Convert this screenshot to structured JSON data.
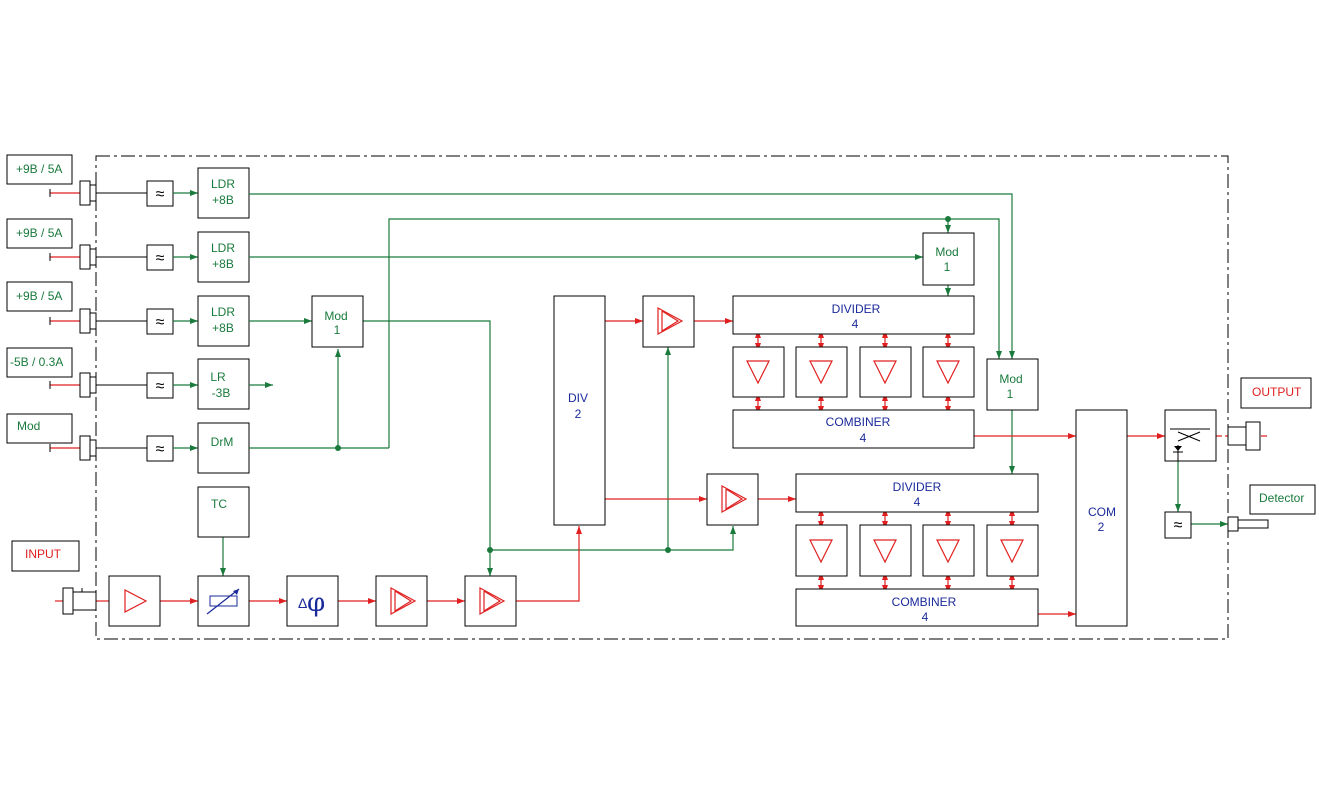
{
  "supplies": [
    {
      "label": "+9В / 5А"
    },
    {
      "label": "+9В / 5А"
    },
    {
      "label": "+9В / 5А"
    },
    {
      "label": "-5В / 0.3А"
    },
    {
      "label": "Mod"
    }
  ],
  "regulators": [
    {
      "line1": "LDR",
      "line2": "+8В"
    },
    {
      "line1": "LDR",
      "line2": "+8В"
    },
    {
      "line1": "LDR",
      "line2": "+8В"
    },
    {
      "line1": "LR",
      "line2": "-3В"
    },
    {
      "line1": "DrM",
      "line2": ""
    }
  ],
  "tc": "TC",
  "phase": {
    "delta": "Δ",
    "phi": "φ"
  },
  "mod_left": {
    "line1": "Mod",
    "line2": "1"
  },
  "mod_top": {
    "line1": "Mod",
    "line2": "1"
  },
  "mod_right": {
    "line1": "Mod",
    "line2": "1"
  },
  "div2": {
    "line1": "DIV",
    "line2": "2"
  },
  "divider_top": {
    "line1": "DIVIDER",
    "line2": "4"
  },
  "combiner_top": {
    "line1": "COMBINER",
    "line2": "4"
  },
  "divider_bottom": {
    "line1": "DIVIDER",
    "line2": "4"
  },
  "combiner_bottom": {
    "line1": "COMBINER",
    "line2": "4"
  },
  "com2": {
    "line1": "COM",
    "line2": "2"
  },
  "input": "INPUT",
  "output": "OUTPUT",
  "detector": "Detector",
  "filter_symbol": "≈",
  "colors": {
    "control_line": "#1a7a3c",
    "rf_line": "#e02020",
    "module_text": "#1a2a9a"
  }
}
